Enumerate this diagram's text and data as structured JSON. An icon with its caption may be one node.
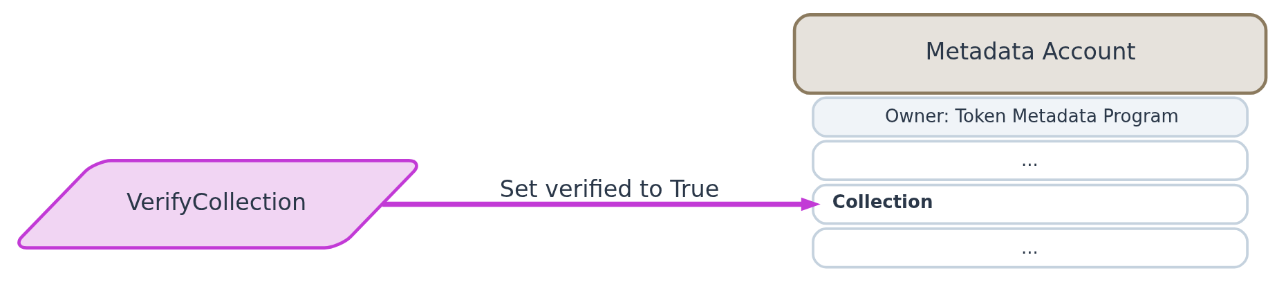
{
  "diagram": {
    "nodes": [
      {
        "text": [
          "VerifyCollection"
        ]
      },
      {
        "text": [
          "Metadata Account"
        ]
      },
      {
        "text": [
          "Owner: Token Metadata Program"
        ]
      },
      {
        "text": [
          "..."
        ]
      },
      {
        "text": [
          "Collection"
        ]
      },
      {
        "text": [
          "..."
        ]
      }
    ],
    "edges": [
      {
        "from": 0,
        "to": 4,
        "arrow": "to",
        "label": "Set verified to True",
        "color": "#c23ad6"
      }
    ]
  }
}
